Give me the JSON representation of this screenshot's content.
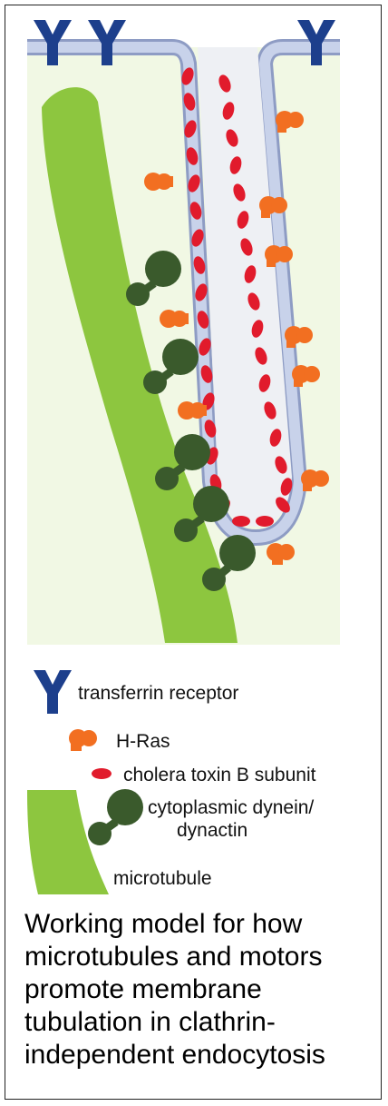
{
  "legend": {
    "transferrin_receptor": "transferrin receptor",
    "h_ras": "H-Ras",
    "cholera_toxin": "cholera toxin B subunit",
    "dynein_line1": "cytoplasmic dynein/",
    "dynein_line2": "dynactin",
    "microtubule": "microtubule"
  },
  "caption": "Working model for how microtubules and motors promote membrane tubulation in clathrin-independent endocytosis",
  "colors": {
    "background": "#f1f8e4",
    "membrane": "#c8d2ea",
    "membrane_outline": "#8e9cc4",
    "receptor": "#1d3f8c",
    "h_ras": "#f26f21",
    "cholera_toxin": "#e11b2c",
    "dynein": "#3a5a2c",
    "microtubule": "#8dc63f"
  }
}
